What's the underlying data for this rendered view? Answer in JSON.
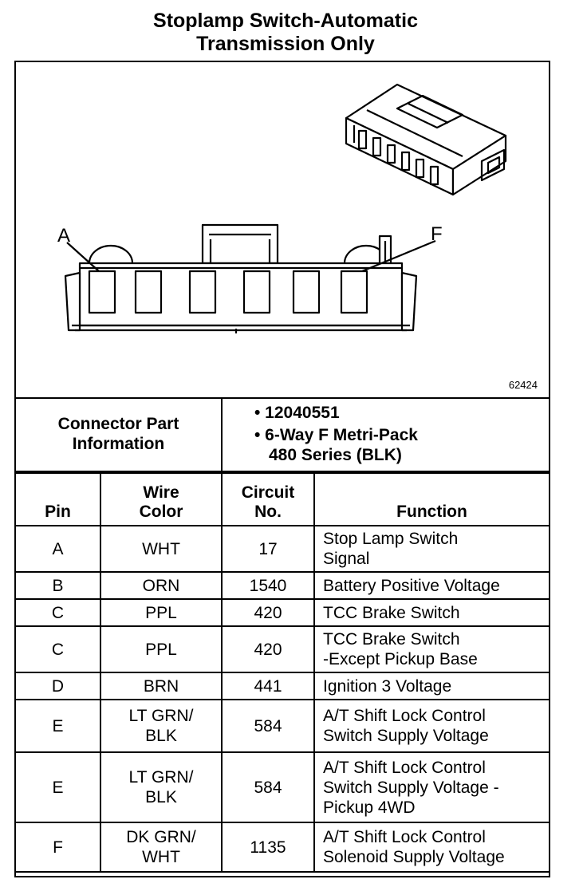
{
  "title": {
    "line1": "Stoplamp Switch-Automatic",
    "line2": "Transmission Only"
  },
  "figure": {
    "label_a": "A",
    "label_f": "F",
    "figure_number": "62424"
  },
  "connector_info": {
    "header_line1": "Connector Part",
    "header_line2": "Information",
    "part_number": "• 12040551",
    "description_line1": "• 6-Way F Metri-Pack",
    "description_line2": "480 Series (BLK)"
  },
  "pin_table": {
    "headers": {
      "pin": "Pin",
      "wire_color_line1": "Wire",
      "wire_color_line2": "Color",
      "circuit_line1": "Circuit",
      "circuit_line2": "No.",
      "function": "Function"
    },
    "rows": [
      {
        "pin": "A",
        "color1": "WHT",
        "color2": "",
        "circuit": "17",
        "func1": "Stop Lamp Switch",
        "func2": "Signal",
        "func3": ""
      },
      {
        "pin": "B",
        "color1": "ORN",
        "color2": "",
        "circuit": "1540",
        "func1": "Battery Positive Voltage",
        "func2": "",
        "func3": ""
      },
      {
        "pin": "C",
        "color1": "PPL",
        "color2": "",
        "circuit": "420",
        "func1": "TCC Brake Switch",
        "func2": "",
        "func3": ""
      },
      {
        "pin": "C",
        "color1": "PPL",
        "color2": "",
        "circuit": "420",
        "func1": "TCC Brake Switch",
        "func2": "-Except Pickup Base",
        "func3": ""
      },
      {
        "pin": "D",
        "color1": "BRN",
        "color2": "",
        "circuit": "441",
        "func1": "Ignition 3 Voltage",
        "func2": "",
        "func3": ""
      },
      {
        "pin": "E",
        "color1": "LT GRN/",
        "color2": "BLK",
        "circuit": "584",
        "func1": "A/T Shift Lock Control",
        "func2": "Switch Supply Voltage",
        "func3": ""
      },
      {
        "pin": "E",
        "color1": "LT GRN/",
        "color2": "BLK",
        "circuit": "584",
        "func1": "A/T Shift Lock Control",
        "func2": "Switch Supply Voltage -",
        "func3": "Pickup 4WD"
      },
      {
        "pin": "F",
        "color1": "DK GRN/",
        "color2": "WHT",
        "circuit": "1135",
        "func1": "A/T Shift Lock Control",
        "func2": "Solenoid Supply Voltage",
        "func3": ""
      }
    ]
  }
}
